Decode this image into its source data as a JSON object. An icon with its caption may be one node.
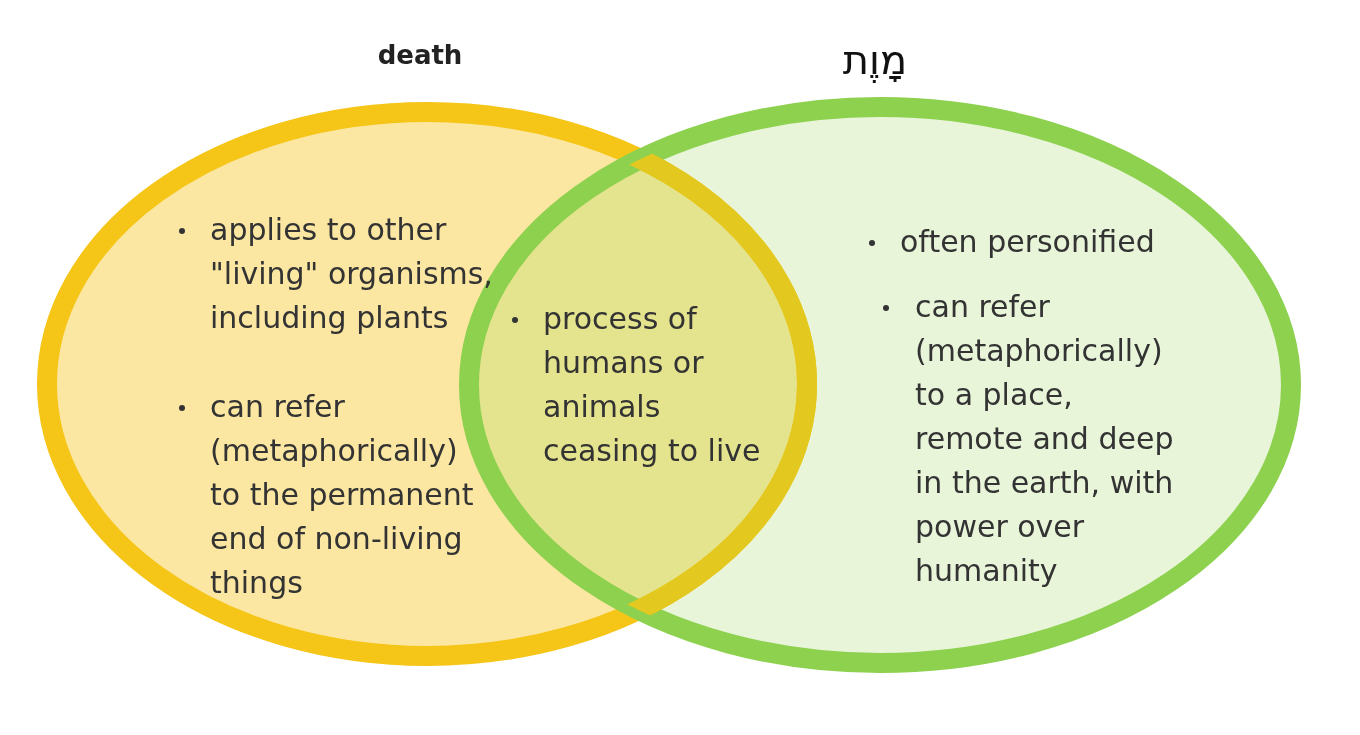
{
  "diagram": {
    "nodes": [
      {
        "text": [
          "death",
          "applies to other \"living\" organisms, including plants",
          "can refer (metaphorically) to the permanent end of non-living things"
        ]
      },
      {
        "text": [
          "מָוֶת",
          "often personified",
          "can refer (metaphorically) to a place, remote and deep in the earth, with power over humanity"
        ]
      },
      {
        "text": [
          "process of humans or animals ceasing to live"
        ]
      }
    ]
  }
}
